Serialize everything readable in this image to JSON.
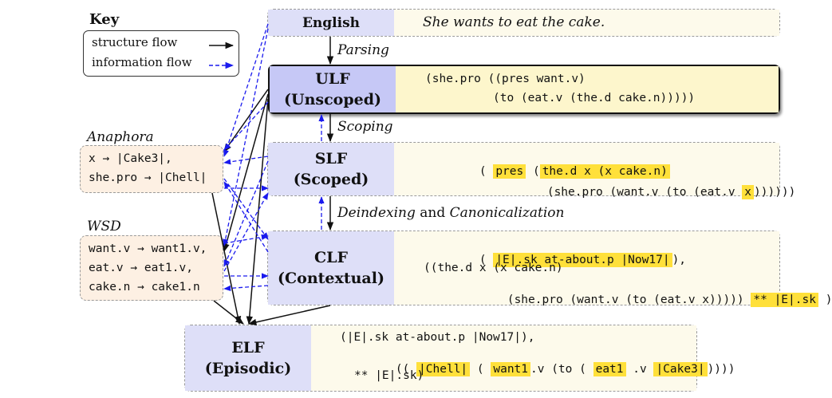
{
  "key": {
    "title": "Key",
    "structure_flow": "structure flow",
    "information_flow": "information flow"
  },
  "english": {
    "label": "English",
    "sentence": "She wants to eat the cake."
  },
  "ulf": {
    "label_line1": "ULF",
    "label_line2": "(Unscoped)",
    "line1": "(she.pro ((pres want.v)",
    "line2": "(to (eat.v (the.d cake.n)))))"
  },
  "slf": {
    "label_line1": "SLF",
    "label_line2": "(Scoped)",
    "l1_open": "(",
    "l1_pres": "pres",
    "l1_paren": "(",
    "l1_the": "the.d x (x cake.n)",
    "l2_pre": "(she.pro (want.v (to (eat.v",
    "l2_x": "x",
    "l2_post": "))))))"
  },
  "clf": {
    "label_line1": "CLF",
    "label_line2": "(Contextual)",
    "l1_open": "(",
    "l1_hl": "|E|.sk at-about.p |Now17|",
    "l1_close": "),",
    "l2": "((the.d x (x cake.n)",
    "l3_pre": "(she.pro (want.v (to (eat.v x)))))",
    "l3_hl": "** |E|.sk",
    "l3_close": ")"
  },
  "elf": {
    "label_line1": "ELF",
    "label_line2": "(Episodic)",
    "l1": "(|E|.sk at-about.p |Now17|),",
    "l2_a": "((",
    "l2_chell": "|Chell|",
    "l2_b": "(",
    "l2_want": "want1",
    "l2_c": ".v (to (",
    "l2_eat": "eat1",
    "l2_d": ".v",
    "l2_cake": "|Cake3|",
    "l2_e": "))))",
    "l3": "** |E|.sk)"
  },
  "edges": {
    "parsing": "Parsing",
    "scoping": "Scoping",
    "deindexing": "Deindexing",
    "and": "and",
    "canonicalization": "Canonicalization"
  },
  "anaphora": {
    "title": "Anaphora",
    "lines": [
      "x → |Cake3|,",
      "she.pro → |Chell|"
    ]
  },
  "wsd": {
    "title": "WSD",
    "lines": [
      "want.v → want1.v,",
      "eat.v → eat1.v,",
      "cake.n → cake1.n"
    ]
  },
  "colors": {
    "label_fill": "#dedff8",
    "ulf_label_fill": "#c6c8f6",
    "content_fill": "#fdfaeb",
    "ulf_content_fill": "#fdf6cc",
    "side_fill": "#fdf0e3",
    "highlight": "#ffe03a",
    "info_flow": "#1a1aee"
  }
}
